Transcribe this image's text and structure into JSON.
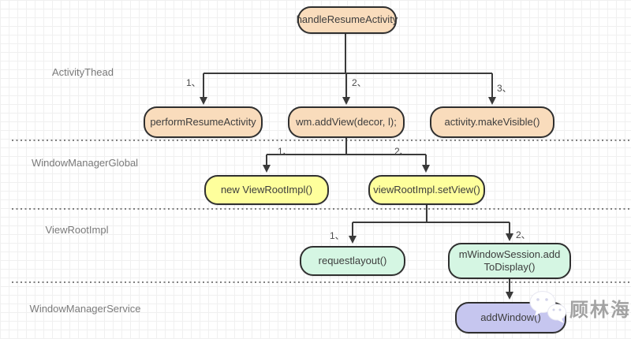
{
  "diagram": {
    "sections": [
      {
        "label": "ActivityThead"
      },
      {
        "label": "WindowManagerGlobal"
      },
      {
        "label": "ViewRootImpl"
      },
      {
        "label": "WindowManagerService"
      }
    ],
    "nodes": [
      {
        "id": "handleResumeActivity",
        "label": "handleResumeActivity",
        "color": "#f9dcbc"
      },
      {
        "id": "performResumeActivity",
        "label": "performResumeActivity",
        "color": "#f9dcbc"
      },
      {
        "id": "wm-addView",
        "label": "wm.addView(decor, l);",
        "color": "#f9dcbc"
      },
      {
        "id": "activity-makeVisible",
        "label": "activity.makeVisible()",
        "color": "#f9dcbc"
      },
      {
        "id": "new-ViewRootImpl",
        "label": "new ViewRootImpl()",
        "color": "#feff9c"
      },
      {
        "id": "viewRootImpl-setView",
        "label": "viewRootImpl.setView()",
        "color": "#feff9c"
      },
      {
        "id": "requestlayout",
        "label": "requestlayout()",
        "color": "#d5f6e3"
      },
      {
        "id": "mWindowSession-addToDisplay",
        "label": "mWindowSession.addToDisplay()",
        "color": "#d5f6e3"
      },
      {
        "id": "addWindow",
        "label": "addWindow()",
        "color": "#c6c6ef"
      }
    ],
    "edge_labels": [
      {
        "label": "1、"
      },
      {
        "label": "2、"
      },
      {
        "label": "3、"
      },
      {
        "label": "1、"
      },
      {
        "label": "2、"
      },
      {
        "label": "1、"
      },
      {
        "label": "2、"
      }
    ],
    "colors": {
      "node_peach": "#f9dcbc",
      "node_yellow": "#feff9c",
      "node_green": "#d5f6e3",
      "node_purple": "#c6c6ef",
      "border": "#2f2f2f",
      "arrow": "#3a3a3a",
      "section_text": "#7a7a7a",
      "grid_line": "#f0f0f0"
    },
    "watermark": {
      "text": "顾林海",
      "icon": "wechat-icon"
    }
  }
}
